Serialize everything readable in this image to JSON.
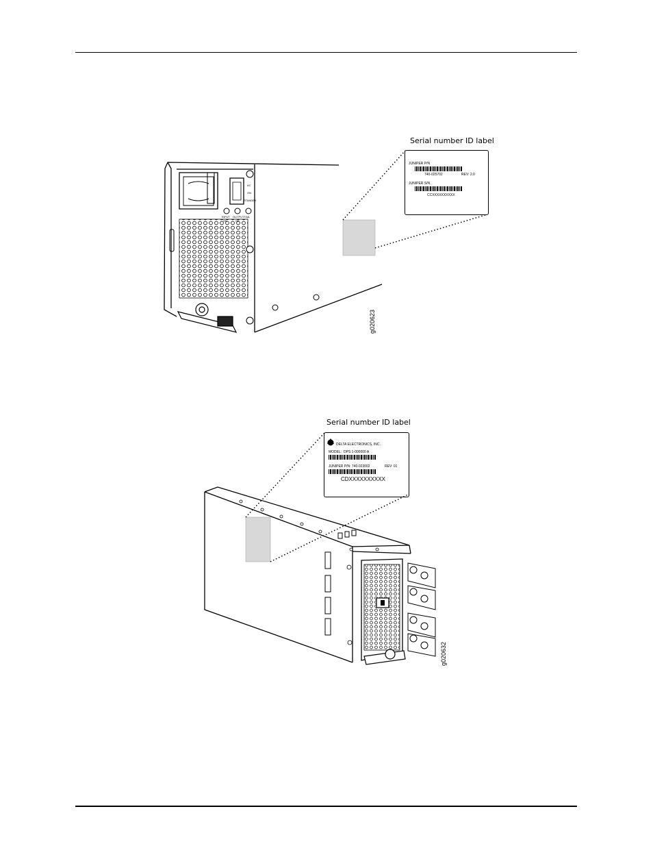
{
  "figure1": {
    "caption": "Serial number ID label",
    "label": {
      "pn_label": "JUNIPER P/N",
      "pn_value": "740-025702",
      "rev": "REV: 2.0",
      "sn_label": "JUNIPER S/N",
      "sn_value": "CCXXXXXXXXXX"
    },
    "unit_text": {
      "ac": "AC",
      "on": "ON",
      "standby": "STANDBY",
      "input": "INPUT",
      "output": "OUTPUT",
      "ok": "OK",
      "fail": "FAIL"
    },
    "figure_number": "g020623"
  },
  "figure2": {
    "caption": "Serial number ID label",
    "label": {
      "company": "DELTA ELECTRONICS, INC.",
      "model_label": "MODEL:",
      "model_value": "DPS    1-000000 A",
      "pn_label": "JUNIPER P/N: 740-023002",
      "rev": "REV: 01",
      "sn_value": "CDXXXXXXXXXX"
    },
    "figure_number": "g020632"
  }
}
